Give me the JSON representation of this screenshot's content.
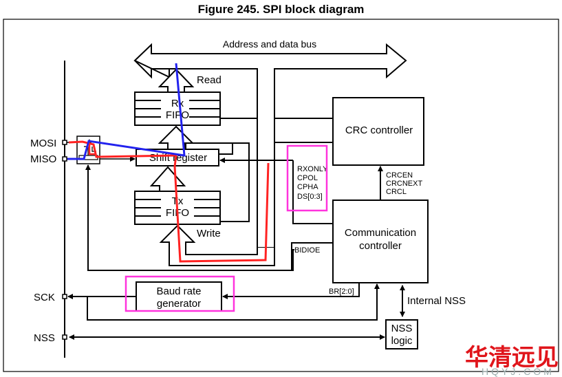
{
  "figure": {
    "title": "Figure 245. SPI block diagram"
  },
  "bus": {
    "label": "Address and data bus",
    "read_label": "Read",
    "write_label": "Write"
  },
  "blocks": {
    "rx_fifo": {
      "line1": "Rx",
      "line2": "FIFO"
    },
    "tx_fifo": {
      "line1": "Tx",
      "line2": "FIFO"
    },
    "shift_register": "Shift register",
    "crc_controller": "CRC controller",
    "communication_controller": {
      "line1": "Communication",
      "line2": "controller"
    },
    "baud_rate_generator": {
      "line1": "Baud rate",
      "line2": "generator"
    },
    "nss_logic": {
      "line1": "NSS",
      "line2": "logic"
    }
  },
  "pins": {
    "mosi": "MOSI",
    "miso": "MISO",
    "sck": "SCK",
    "nss": "NSS"
  },
  "signals": {
    "config": [
      "RXONLY",
      "CPOL",
      "CPHA",
      "DS[0:3]"
    ],
    "crc": [
      "CRCEN",
      "CRCNEXT",
      "CRCL"
    ],
    "bidioe": "BIDIOE",
    "br": "BR[2:0]",
    "internal_nss": "Internal NSS"
  },
  "annotations": {
    "highlight_color": "#ff33dd",
    "red_path_color": "#ff2222",
    "blue_path_color": "#2222ee"
  },
  "watermark": {
    "text": "华清远见",
    "subtext": "HQYJ.COM"
  }
}
